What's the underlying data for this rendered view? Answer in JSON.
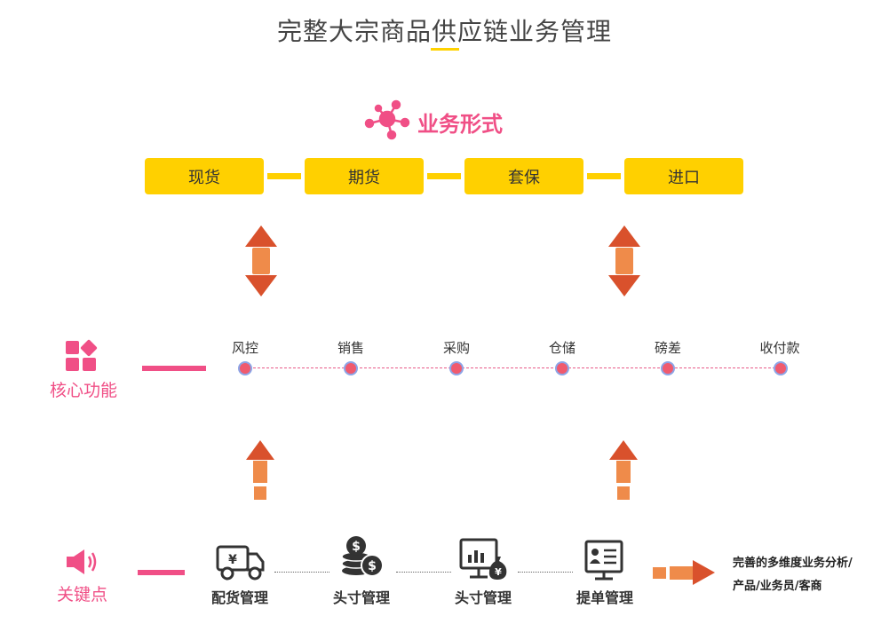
{
  "title": "完整大宗商品供应链业务管理",
  "business_form": {
    "label": "业务形式",
    "items": [
      "现货",
      "期货",
      "套保",
      "进口"
    ]
  },
  "core_functions": {
    "label": "核心功能",
    "items": [
      "风控",
      "销售",
      "采购",
      "仓储",
      "磅差",
      "收付款"
    ]
  },
  "key_points": {
    "label": "关键点",
    "items": [
      "配货管理",
      "头寸管理",
      "头寸管理",
      "提单管理"
    ],
    "result_line1": "完善的多维度业务分析/",
    "result_line2": "产品/业务员/客商"
  },
  "colors": {
    "accent_yellow": "#ffd000",
    "accent_pink": "#f04f86",
    "arrow_red": "#d9512c",
    "arrow_orange": "#ef8b4a"
  }
}
